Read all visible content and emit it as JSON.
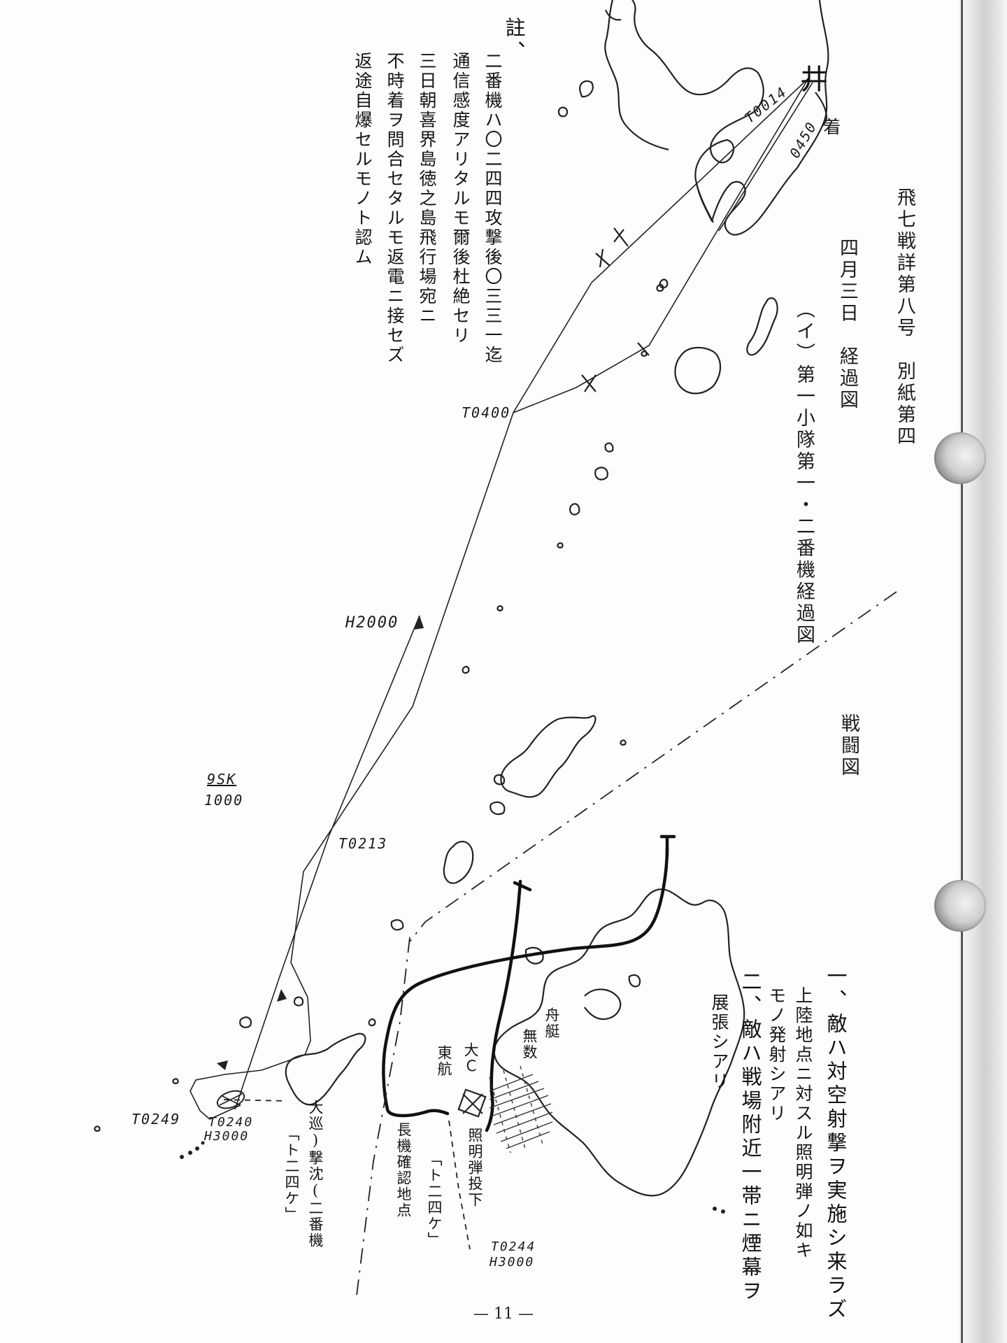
{
  "header": {
    "doc_ref": "飛七戦詳第八号　別紙第四",
    "date_title": "四月三日　経過図",
    "unit_title": "（イ）第一小隊第一・二番機経過図",
    "battle_label": "戦闘図"
  },
  "note": {
    "heading": "註、",
    "lines": [
      "二番機ハ〇二四四攻撃後〇三三一迄",
      "通信感度アリタルモ爾後杜絶セリ",
      "三日朝喜界島徳之島飛行場宛ニ",
      "不時着ヲ問合セタルモ返電ニ接セズ",
      "返途自爆セルモノト認ム"
    ]
  },
  "observations": {
    "items": [
      "一、敵ハ対空射撃ヲ実施シ来ラズ",
      "上陸地点ニ対スル照明弾ノ如キ",
      "モノ発射シアリ",
      "二、敵ハ戦場附近一帯ニ煙幕ヲ",
      "展張シアリ"
    ]
  },
  "map_labels": {
    "base_symbol": "井",
    "arrival": "着",
    "t0014": "T0014",
    "t0450": "0450",
    "t0400": "T0400",
    "h2000": "H2000",
    "weather_top": "9SK",
    "weather_bottom": "1000",
    "t0213": "T0213",
    "t0249": "T0249",
    "t0240": "T0240",
    "h3000_left": "H3000",
    "t0244": "T0244",
    "h3000_right": "H3000",
    "cruiser_sunk": "大巡)撃沈(二番機",
    "cruiser_time": "「ト二四ケ」",
    "ship_east": "東航",
    "ship_big": "大Ｃ",
    "boats": "舟艇",
    "numerous": "無数",
    "illum_drop": "照明弾投下",
    "illum_time": "「ト二四ケ」",
    "long_conf": "長機確認地点"
  },
  "footer": {
    "page_number": "— 11 —"
  }
}
